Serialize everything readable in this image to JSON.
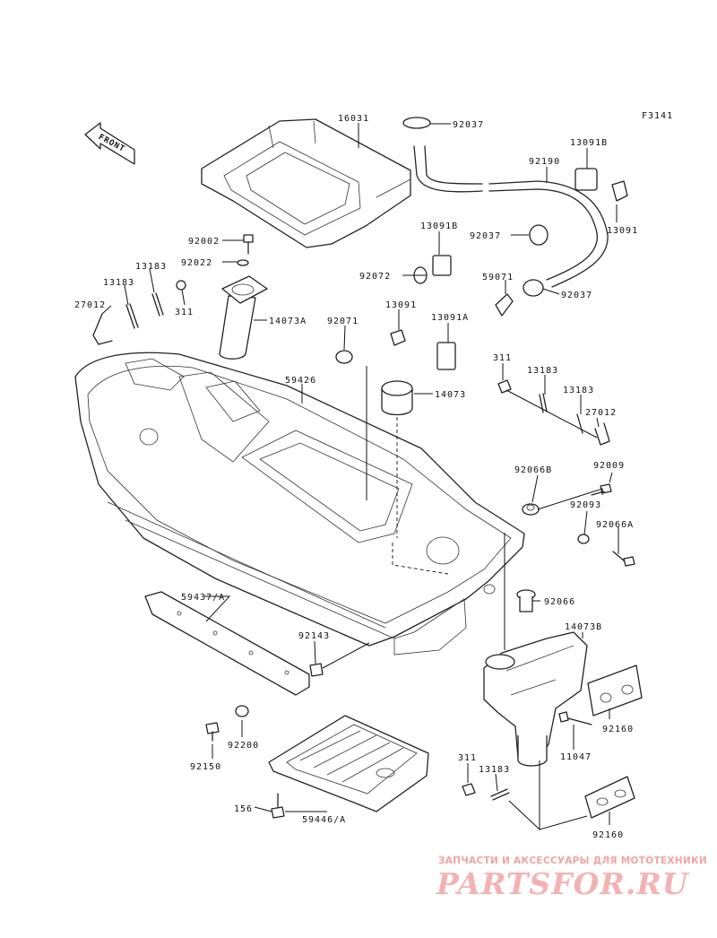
{
  "figure_code": "F3141",
  "front_label": "FRONT",
  "watermark": {
    "tagline": "ЗАПЧАСТИ И АКСЕССУАРЫ ДЛЯ МОТОТЕХНИКИ",
    "logo": "PARTSFOR.RU"
  },
  "callouts": [
    {
      "id": "c16031",
      "text": "16031"
    },
    {
      "id": "c92037a",
      "text": "92037"
    },
    {
      "id": "c13091b_top",
      "text": "13091B"
    },
    {
      "id": "c92190",
      "text": "92190"
    },
    {
      "id": "c13091_top",
      "text": "13091"
    },
    {
      "id": "c13091b_mid",
      "text": "13091B"
    },
    {
      "id": "c92037b",
      "text": "92037"
    },
    {
      "id": "c92002",
      "text": "92002"
    },
    {
      "id": "c92022",
      "text": "92022"
    },
    {
      "id": "c13183a",
      "text": "13183"
    },
    {
      "id": "c13183b",
      "text": "13183"
    },
    {
      "id": "c27012a",
      "text": "27012"
    },
    {
      "id": "c311a",
      "text": "311"
    },
    {
      "id": "c14073a",
      "text": "14073A"
    },
    {
      "id": "c92072",
      "text": "92072"
    },
    {
      "id": "c59071",
      "text": "59071"
    },
    {
      "id": "c92037c",
      "text": "92037"
    },
    {
      "id": "c92071",
      "text": "92071"
    },
    {
      "id": "c13091_mid",
      "text": "13091"
    },
    {
      "id": "c13091a",
      "text": "13091A"
    },
    {
      "id": "c59426",
      "text": "59426"
    },
    {
      "id": "c14073",
      "text": "14073"
    },
    {
      "id": "c311b",
      "text": "311"
    },
    {
      "id": "c13183c",
      "text": "13183"
    },
    {
      "id": "c13183d",
      "text": "13183"
    },
    {
      "id": "c27012b",
      "text": "27012"
    },
    {
      "id": "c92066b",
      "text": "92066B"
    },
    {
      "id": "c92009",
      "text": "92009"
    },
    {
      "id": "c92093",
      "text": "92093"
    },
    {
      "id": "c92066a",
      "text": "92066A"
    },
    {
      "id": "c59437a",
      "text": "59437/A"
    },
    {
      "id": "c92066",
      "text": "92066"
    },
    {
      "id": "c92143",
      "text": "92143"
    },
    {
      "id": "c14073b",
      "text": "14073B"
    },
    {
      "id": "c92160a",
      "text": "92160"
    },
    {
      "id": "c92200",
      "text": "92200"
    },
    {
      "id": "c11047",
      "text": "11047"
    },
    {
      "id": "c92150",
      "text": "92150"
    },
    {
      "id": "c311c",
      "text": "311"
    },
    {
      "id": "c13183e",
      "text": "13183"
    },
    {
      "id": "c156",
      "text": "156"
    },
    {
      "id": "c59446a",
      "text": "59446/A"
    },
    {
      "id": "c92160b",
      "text": "92160"
    }
  ]
}
